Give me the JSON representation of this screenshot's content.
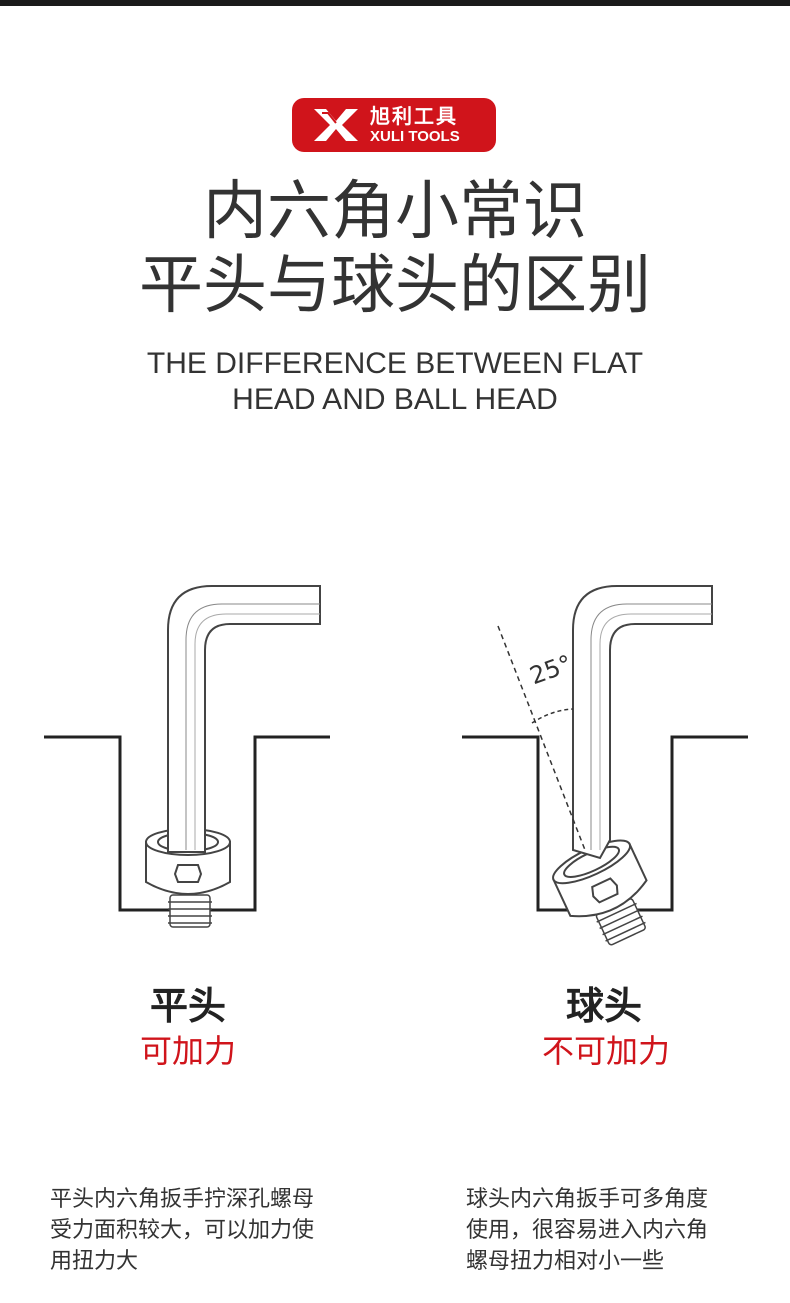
{
  "brand": {
    "name_cn": "旭利工具",
    "name_en": "XULI TOOLS",
    "color": "#d0141b"
  },
  "heading": {
    "line1": "内六角小常识",
    "line2": "平头与球头的区别",
    "en_line1": "THE DIFFERENCE BETWEEN FLAT",
    "en_line2": "HEAD AND BALL HEAD"
  },
  "left": {
    "name": "平头",
    "feature": "可加力",
    "description": "平头内六角扳手拧深孔螺母\n受力面积较大，可以加力使\n用扭力大"
  },
  "right": {
    "name": "球头",
    "feature": "不可加力",
    "angle_label": "25°",
    "description": "球头内六角扳手可多角度\n使用，很容易进入内六角\n螺母扭力相对小一些"
  }
}
